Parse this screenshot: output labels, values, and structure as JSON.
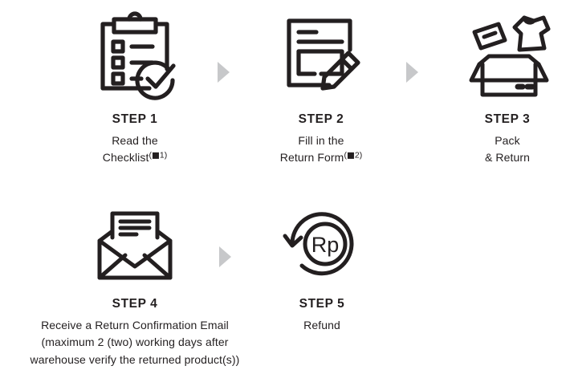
{
  "page": {
    "title": "Return Process Steps",
    "background_color": "#ffffff",
    "ink_color": "#231f20",
    "arrow_color": "#c7c8ca"
  },
  "steps": [
    {
      "id": "step-1",
      "title": "STEP 1",
      "icon": "clipboard-checklist-icon",
      "lines": [
        "Read the",
        "Checklist"
      ],
      "footnote": {
        "box": "■",
        "number": "1"
      }
    },
    {
      "id": "step-2",
      "title": "STEP 2",
      "icon": "form-pencil-icon",
      "lines": [
        "Fill in the",
        "Return Form"
      ],
      "footnote": {
        "box": "■",
        "number": "2"
      }
    },
    {
      "id": "step-3",
      "title": "STEP 3",
      "icon": "open-box-tshirt-icon",
      "lines": [
        "Pack",
        "& Return"
      ],
      "footnote": null
    },
    {
      "id": "step-4",
      "title": "STEP 4",
      "icon": "open-envelope-letter-icon",
      "lines": [
        "Receive a Return Confirmation Email",
        "(maximum 2 (two) working days after",
        "warehouse verify the returned product(s))"
      ],
      "footnote": null
    },
    {
      "id": "step-5",
      "title": "STEP 5",
      "icon": "refund-rupiah-circular-arrow-icon",
      "lines": [
        "Refund"
      ],
      "footnote": null
    }
  ],
  "arrows": [
    {
      "id": "arrow-1",
      "name": "arrow-step1-to-step2"
    },
    {
      "id": "arrow-2",
      "name": "arrow-step2-to-step3"
    },
    {
      "id": "arrow-3",
      "name": "arrow-step4-to-step5"
    }
  ]
}
